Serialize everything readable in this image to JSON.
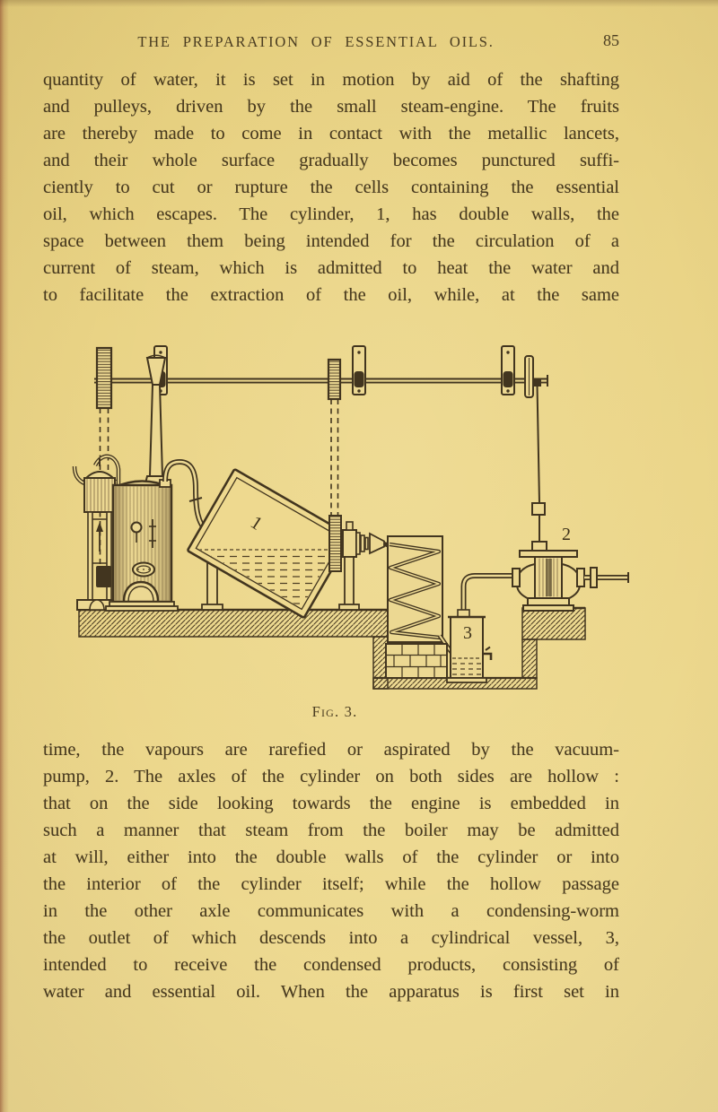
{
  "page": {
    "header": {
      "title": "THE PREPARATION OF ESSENTIAL OILS.",
      "page_number": "85"
    },
    "paragraph_top_lines": [
      "quantity of water, it is set in motion by aid of the shafting",
      "and pulleys, driven by the small steam-engine.  The fruits",
      "are thereby made to come in contact with the metallic lancets,",
      "and their whole surface gradually becomes punctured suffi-",
      "ciently to cut or rupture the cells containing the essential",
      "oil, which escapes.  The cylinder, 1, has double walls, the",
      "space between them being intended for the circulation of a",
      "current of steam, which is admitted to heat the water and",
      "to facilitate the extraction of the oil, while, at the same"
    ],
    "figure": {
      "caption": "Fig. 3.",
      "labels": {
        "cylinder": "1",
        "pump": "2",
        "vessel": "3"
      }
    },
    "paragraph_bottom_lines": [
      "time, the vapours are rarefied or aspirated by the vacuum-",
      "pump, 2.  The axles of the cylinder on both sides are hollow :",
      "that on the side looking towards the engine is embedded in",
      "such a manner that steam from the boiler may be admitted",
      "at will, either into the double walls of the cylinder or into",
      "the interior of the cylinder itself; while the hollow passage",
      "in the other axle communicates with a condensing-worm",
      "the outlet of which descends into a cylindrical vessel, 3,",
      "intended to receive the condensed products, consisting of",
      "water and essential oil.  When the apparatus is first set in"
    ],
    "colors": {
      "paper": "#e9d385",
      "ink": "#46391f",
      "engraving": "#42351f"
    }
  }
}
